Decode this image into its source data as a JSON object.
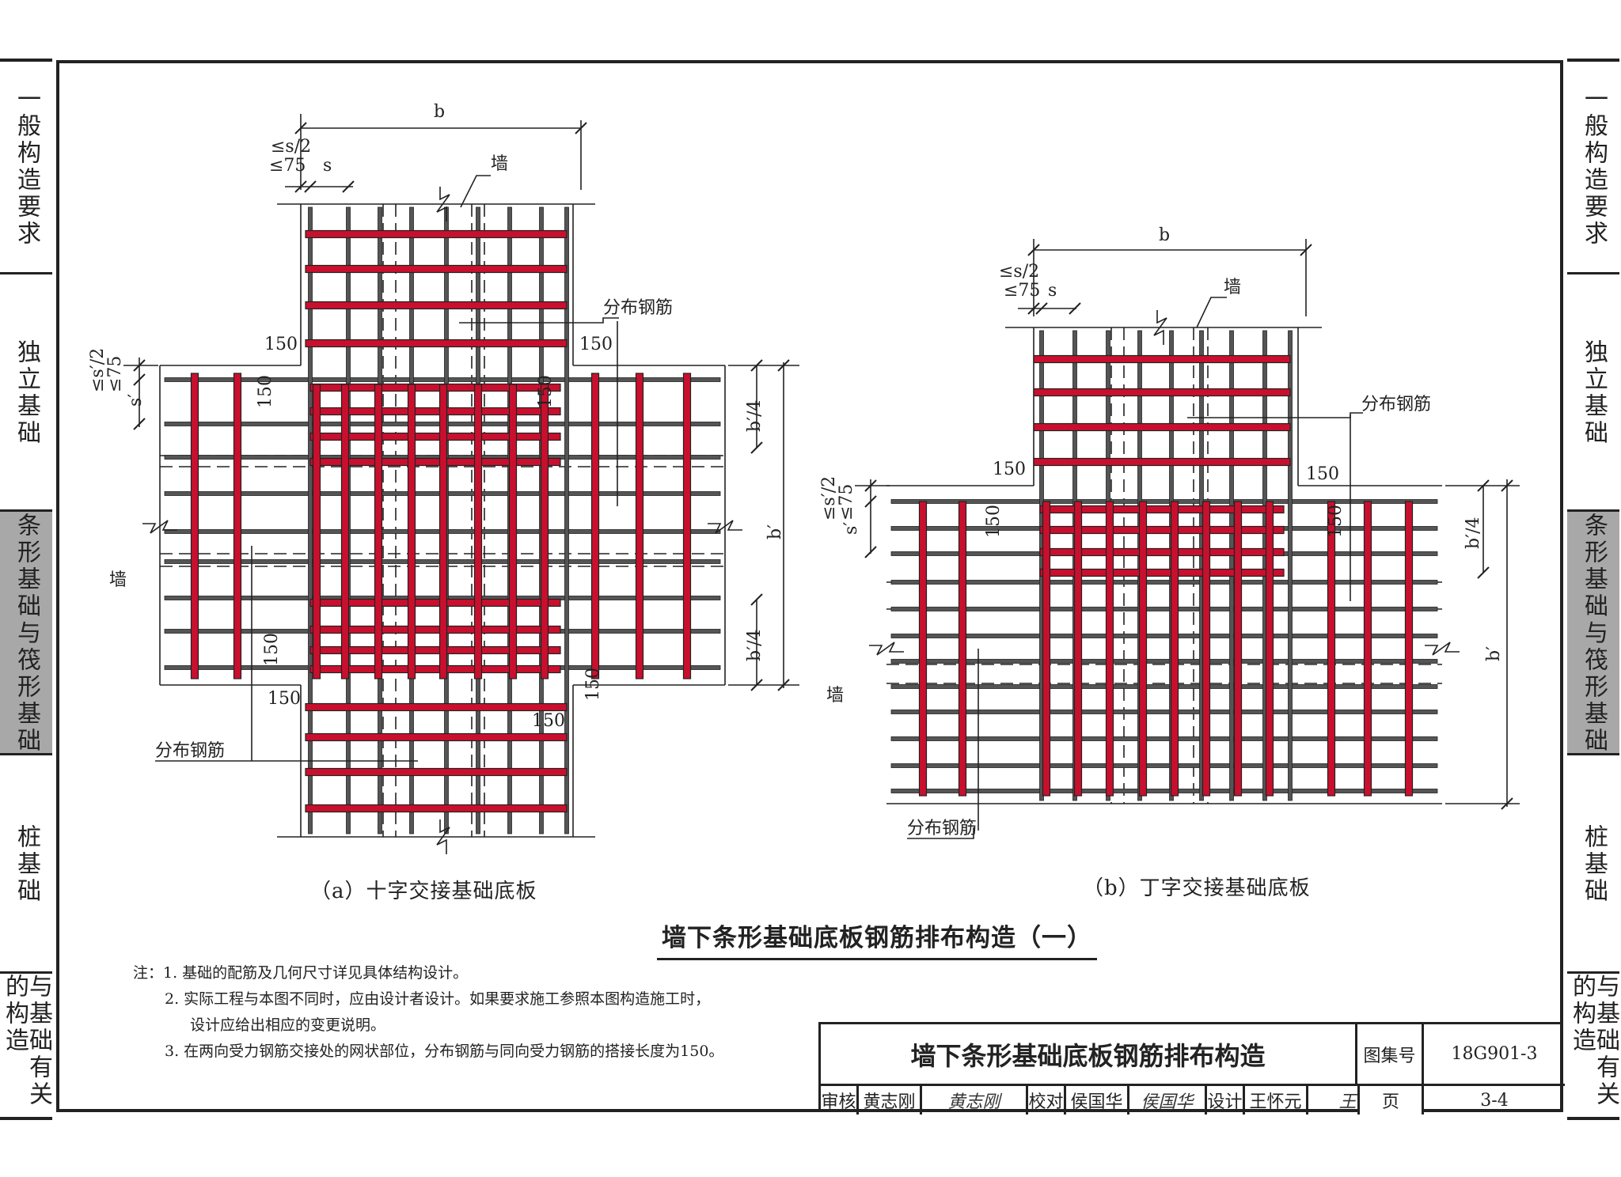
{
  "side_tabs": [
    "一般构造要求",
    "独立基础",
    "条形基础与筏形基础",
    "桩基础",
    "与基础有关的构造"
  ],
  "active_tab_index": 2,
  "colors": {
    "rebar_main": "#c8102e",
    "rebar_dist": "#555555",
    "line": "#222222"
  },
  "diagram_a": {
    "caption": "（a）十字交接基础底板",
    "labels": {
      "b": "b",
      "s_half": "≤s/2",
      "le75": "≤75",
      "s": "s",
      "wall_top": "墙",
      "wall_side": "墙",
      "dist_top": "分布钢筋",
      "dist_bottom": "分布钢筋",
      "d150": "150",
      "sp_half": "≤s′/2",
      "sp": "s′",
      "bp4": "b′/4",
      "bp": "b′"
    }
  },
  "diagram_b": {
    "caption": "（b）丁字交接基础底板",
    "labels": {
      "b": "b",
      "s_half": "≤s/2",
      "le75": "≤75",
      "s": "s",
      "wall_top": "墙",
      "wall_side": "墙",
      "dist_top": "分布钢筋",
      "dist_bottom": "分布钢筋",
      "d150": "150",
      "sp_half": "≤s′/2",
      "sp": "s′",
      "bp4": "b′/4",
      "bp": "b′"
    }
  },
  "main_title": "墙下条形基础底板钢筋排布构造（一）",
  "notes": {
    "prefix": "注：",
    "n1": "1. 基础的配筋及几何尺寸详见具体结构设计。",
    "n2a": "2. 实际工程与本图不同时，应由设计者设计。如果要求施工参照本图构造施工时，",
    "n2b": "设计应给出相应的变更说明。",
    "n3": "3. 在两向受力钢筋交接处的网状部位，分布钢筋与同向受力钢筋的搭接长度为150。"
  },
  "title_block": {
    "title": "墙下条形基础底板钢筋排布构造",
    "atlas_label": "图集号",
    "atlas_no": "18G901-3",
    "review_label": "审核",
    "reviewer": "黄志刚",
    "reviewer_sig": "黄志刚",
    "check_label": "校对",
    "checker": "侯国华",
    "checker_sig": "侯国华",
    "design_label": "设计",
    "designer": "王怀元",
    "designer_sig": "王怀元",
    "page_label": "页",
    "page_no": "3-4"
  }
}
